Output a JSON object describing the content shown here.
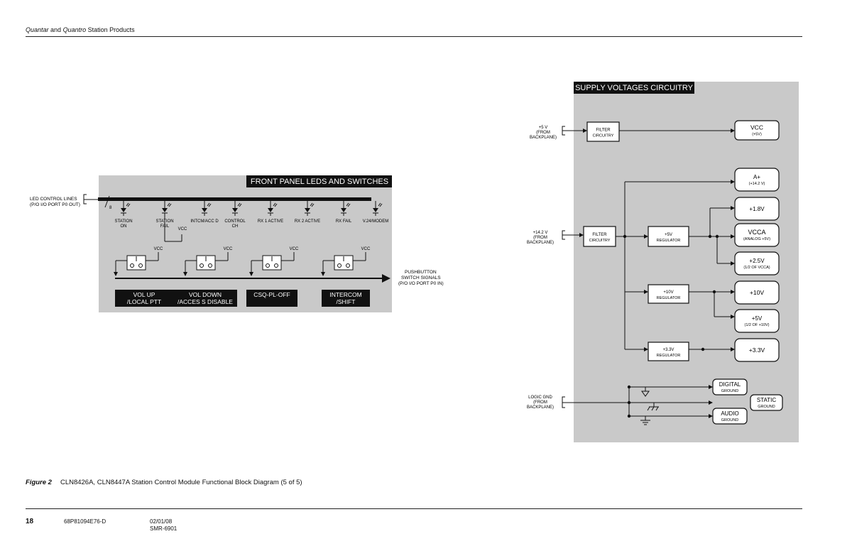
{
  "header": {
    "prefix_italic": "Quantar",
    "mid": " and ",
    "prefix_italic2": "Quantro",
    "rest": " Station Products"
  },
  "caption": {
    "label": "Figure 2",
    "text": "CLN8426A, CLN8447A Station Control Module Functional Block Diagram (5 of 5)"
  },
  "footer": {
    "page": "18",
    "doc": "68P81094E76-D",
    "date": "02/01/08",
    "code": "SMR-6901"
  },
  "front_panel": {
    "title": "FRONT PANEL LEDS AND SWITCHES",
    "input_label": [
      "LED CONTROL LINES",
      "(P/O I/O PORT P0 OUT)"
    ],
    "bus_width": "8",
    "leds": [
      {
        "l1": "STATION",
        "l2": "ON"
      },
      {
        "l1": "STATION",
        "l2": "FAIL"
      },
      {
        "l1": "INTCM/ACC D",
        "l2": ""
      },
      {
        "l1": "CONTROL",
        "l2": "CH"
      },
      {
        "l1": "RX 1 ACTIVE",
        "l2": ""
      },
      {
        "l1": "RX 2 ACTIVE",
        "l2": ""
      },
      {
        "l1": "RX FAIL",
        "l2": ""
      },
      {
        "l1": "V.24/MODEM",
        "l2": ""
      }
    ],
    "vcc": "VCC",
    "buttons": [
      {
        "l1": "VOL UP",
        "l2": "/LOCAL PTT"
      },
      {
        "l1": "VOL DOWN",
        "l2": "/ACCES S DISABLE"
      },
      {
        "l1": "CSQ-PL-OFF",
        "l2": ""
      },
      {
        "l1": "INTERCOM",
        "l2": "/SHIFT"
      }
    ],
    "output_label": [
      "PUSHBUTTON",
      "SWITCH SIGNALS",
      "(P/O I/O PORT P0 IN)"
    ]
  },
  "supply": {
    "title": "SUPPLY VOLTAGES CIRCUITRY",
    "in5v": [
      "+5 V",
      "(FROM",
      "BACKPLANE)"
    ],
    "in14v": [
      "+14.2 V",
      "(FROM",
      "BACKPLANE)"
    ],
    "ingnd": [
      "LOGIC GND",
      "(FROM",
      "BACKPLANE)"
    ],
    "filter": [
      "FILTER",
      "CIRCUITRY"
    ],
    "reg5": [
      "+5V",
      "REGULATOR"
    ],
    "reg10": [
      "+10V",
      "REGULATOR"
    ],
    "reg33": [
      "+3.3V",
      "REGULATOR"
    ],
    "outputs": {
      "vcc": [
        "VCC",
        "(+5V)"
      ],
      "aplus": [
        "A+",
        "(+14.2 V)"
      ],
      "p18": [
        "+1.8V"
      ],
      "vcca": [
        "VCCA",
        "(ANALOG +5V)"
      ],
      "p25": [
        "+2.5V",
        "(1/2 OF VCCA)"
      ],
      "p10": [
        "+10V"
      ],
      "p5": [
        "+5V",
        "(1/2 OF +10V)"
      ],
      "p33": [
        "+3.3V"
      ]
    },
    "grounds": {
      "digital": [
        "DIGITAL",
        "GROUND"
      ],
      "static": [
        "STATIC",
        "GROUND"
      ],
      "audio": [
        "AUDIO",
        "GROUND"
      ]
    }
  }
}
